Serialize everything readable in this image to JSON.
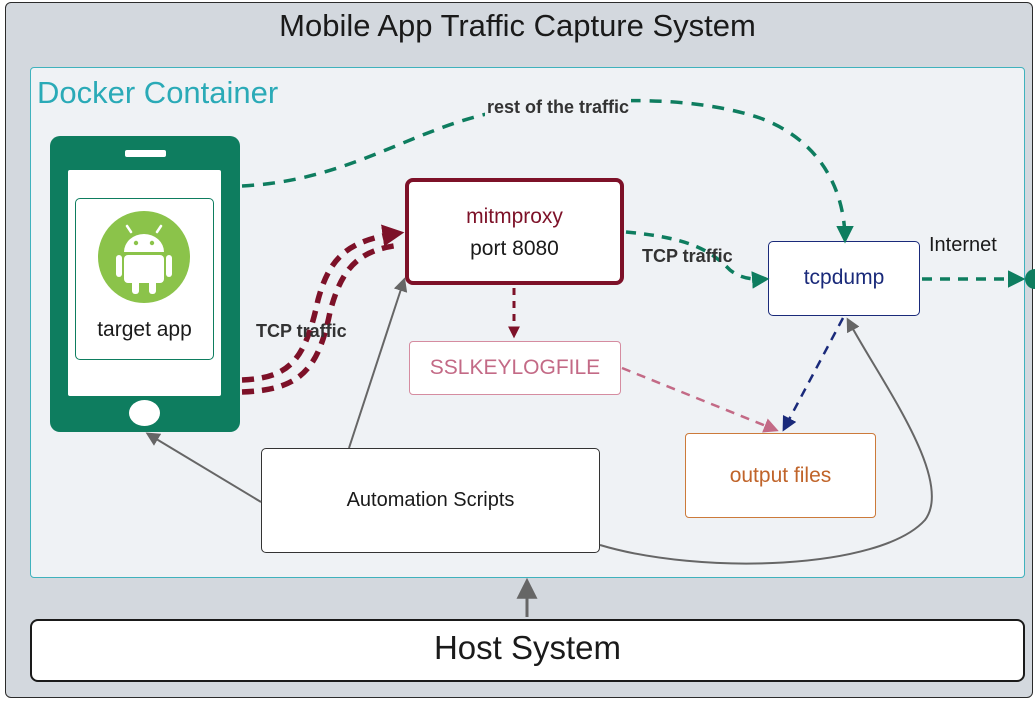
{
  "title": "Mobile App Traffic Capture System",
  "container": {
    "label": "Docker Container"
  },
  "host": {
    "label": "Host System"
  },
  "phone": {
    "app_label": "target app",
    "icon": "android-icon"
  },
  "mitmproxy": {
    "name": "mitmproxy",
    "port": "port 8080"
  },
  "tcpdump": {
    "label": "tcpdump"
  },
  "sslkeylog": {
    "label": "SSLKEYLOGFILE"
  },
  "output": {
    "label": "output files"
  },
  "automation": {
    "label": "Automation Scripts"
  },
  "edges": {
    "rest_traffic": "rest of the traffic",
    "tcp_traffic_phone": "TCP traffic",
    "tcp_traffic_proxy": "TCP traffic",
    "internet": "Internet"
  },
  "colors": {
    "phone": "#0e7d5f",
    "mitmproxy": "#7d1128",
    "tcpdump": "#1a2a7a",
    "sslkeylog": "#c36a86",
    "output": "#c0642a",
    "container": "#2aaab7",
    "control_arrow": "#666666"
  }
}
